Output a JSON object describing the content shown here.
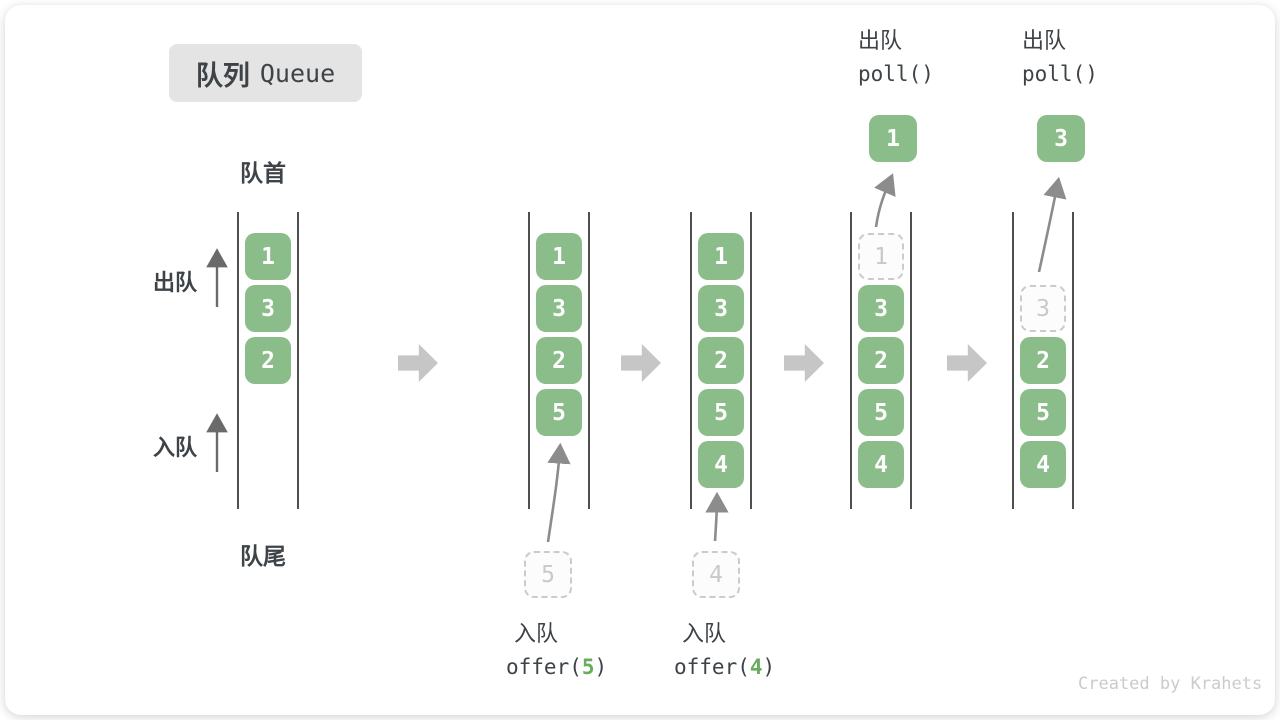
{
  "title": {
    "zh": "队列",
    "en": "Queue"
  },
  "labels": {
    "front": "队首",
    "rear": "队尾",
    "dequeue": "出队",
    "enqueue": "入队"
  },
  "colors": {
    "box_green": "#8BBD8B",
    "code_green": "#67AD5B",
    "wall": "#4F4F4F",
    "step_arrow": "#C6C6C6",
    "text_dark": "#3E4347",
    "ghost": "#C9C9C9",
    "watermark": "#CBCBCB"
  },
  "queues": [
    {
      "name": "state-initial",
      "boxes": [
        {
          "slot": 0,
          "value": "1",
          "type": "filled"
        },
        {
          "slot": 1,
          "value": "3",
          "type": "filled"
        },
        {
          "slot": 2,
          "value": "2",
          "type": "filled"
        }
      ]
    },
    {
      "name": "state-after-offer-5",
      "boxes": [
        {
          "slot": 0,
          "value": "1",
          "type": "filled"
        },
        {
          "slot": 1,
          "value": "3",
          "type": "filled"
        },
        {
          "slot": 2,
          "value": "2",
          "type": "filled"
        },
        {
          "slot": 3,
          "value": "5",
          "type": "filled"
        }
      ]
    },
    {
      "name": "state-after-offer-4",
      "boxes": [
        {
          "slot": 0,
          "value": "1",
          "type": "filled"
        },
        {
          "slot": 1,
          "value": "3",
          "type": "filled"
        },
        {
          "slot": 2,
          "value": "2",
          "type": "filled"
        },
        {
          "slot": 3,
          "value": "5",
          "type": "filled"
        },
        {
          "slot": 4,
          "value": "4",
          "type": "filled"
        }
      ]
    },
    {
      "name": "state-after-poll-1",
      "boxes": [
        {
          "slot": 0,
          "value": "1",
          "type": "removed"
        },
        {
          "slot": 1,
          "value": "3",
          "type": "filled"
        },
        {
          "slot": 2,
          "value": "2",
          "type": "filled"
        },
        {
          "slot": 3,
          "value": "5",
          "type": "filled"
        },
        {
          "slot": 4,
          "value": "4",
          "type": "filled"
        }
      ]
    },
    {
      "name": "state-after-poll-3",
      "boxes": [
        {
          "slot": 1,
          "value": "3",
          "type": "removed"
        },
        {
          "slot": 2,
          "value": "2",
          "type": "filled"
        },
        {
          "slot": 3,
          "value": "5",
          "type": "filled"
        },
        {
          "slot": 4,
          "value": "4",
          "type": "filled"
        }
      ]
    }
  ],
  "enqueue_annotations": [
    {
      "ghost_value": "5",
      "label": "入队",
      "code_pre": "offer(",
      "code_arg": "5",
      "code_post": ")"
    },
    {
      "ghost_value": "4",
      "label": "入队",
      "code_pre": "offer(",
      "code_arg": "4",
      "code_post": ")"
    }
  ],
  "dequeue_annotations": [
    {
      "label": "出队",
      "code": "poll()",
      "value": "1"
    },
    {
      "label": "出队",
      "code": "poll()",
      "value": "3"
    }
  ],
  "watermark": "Created by Krahets"
}
